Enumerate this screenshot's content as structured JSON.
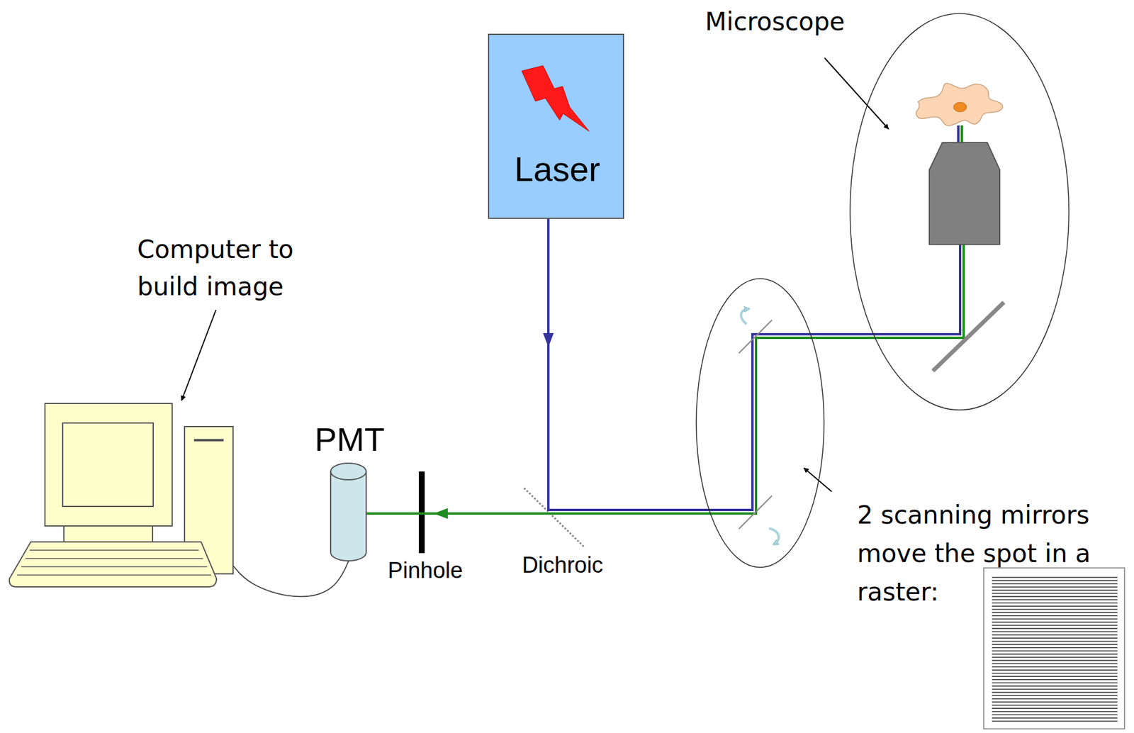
{
  "diagram": {
    "nodes": [
      {
        "text": [
          "Laser"
        ]
      },
      {
        "text": [
          "Microscope"
        ]
      },
      {
        "text": [
          "2 scanning mirrors move the spot in a raster:"
        ]
      },
      {
        "text": [
          "PMT"
        ]
      },
      {
        "text": [
          "Computer to build image"
        ]
      }
    ],
    "edges": [
      {
        "from": 0,
        "to": 2,
        "arrow": "to"
      },
      {
        "from": 2,
        "to": 1,
        "arrow": "none"
      },
      {
        "from": 2,
        "to": 3,
        "arrow": "to"
      },
      {
        "from": 3,
        "to": 4,
        "arrow": "none"
      }
    ],
    "labels": [
      "Pinhole",
      "Dichroic"
    ]
  }
}
